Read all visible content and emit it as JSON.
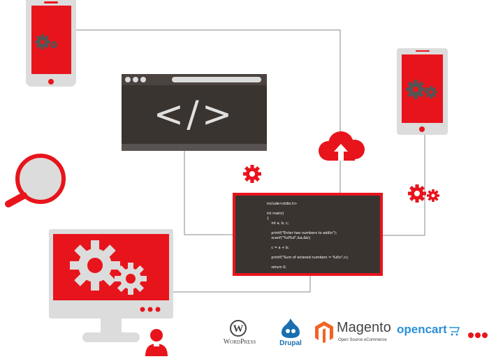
{
  "code_window": {
    "symbol": "</>"
  },
  "code_panel": {
    "lines": [
      "include<stdio.h>",
      "",
      "int main()",
      "{",
      "    int a, b, c;",
      "",
      "    printf(\"Enter two numbers to add\\n\");",
      "    scanf(\"%d%d\",&a,&b);",
      "",
      "    c = a + b;",
      "",
      "    printf(\"Sum of entered numbers = %d\\n\",c);",
      "",
      "    return 0;"
    ]
  },
  "logos": {
    "wordpress": "WordPress",
    "drupal": "Drupal",
    "magento": "Magento",
    "magento_sub": "Open Source eCommerce",
    "opencart": "opencart"
  },
  "colors": {
    "accent": "#e8141c",
    "device_gray": "#dcdcdc",
    "gear_gray": "#555555",
    "dark_window": "#3a3431",
    "line": "#8a8a8a"
  }
}
